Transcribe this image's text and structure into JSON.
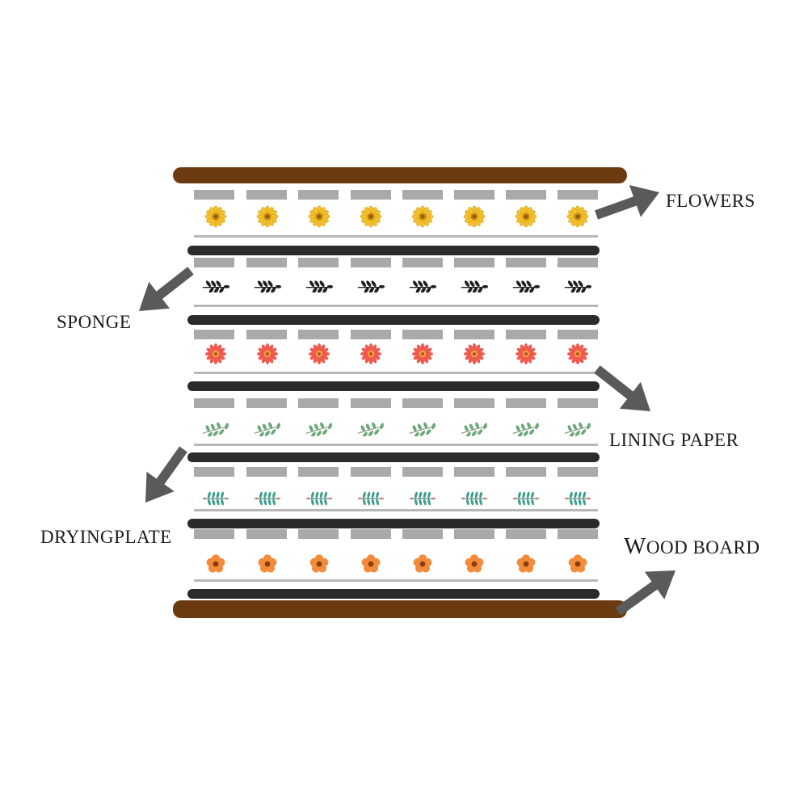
{
  "labels": {
    "flowers": "FLOWERS",
    "sponge": "SPONGE",
    "lining_paper": "LINING PAPER",
    "drying_plate": "DRYINGPLATE",
    "wood_board_first": "W",
    "wood_board_rest": "OOD BOARD"
  },
  "layers": [
    {
      "item": "yellow-flower-icon"
    },
    {
      "item": "black-leaf-sprig-icon"
    },
    {
      "item": "red-flower-icon"
    },
    {
      "item": "green-leaf-sprig-icon"
    },
    {
      "item": "teal-fern-sprig-icon"
    },
    {
      "item": "orange-flower-icon"
    }
  ],
  "colors": {
    "wood": "#6b3a10",
    "drying_plate": "#2b2b2b",
    "sponge": "#a9a9a9",
    "lining_paper": "#b8b8b8",
    "arrow": "#5a5a5a",
    "yellow_flower": "#f2c12e",
    "red_flower": "#ef5a4f",
    "orange_flower": "#f28c3a",
    "black_leaf": "#1f1f1f",
    "green_leaf": "#6aa87a",
    "teal_fern": "#3f9e8c"
  }
}
